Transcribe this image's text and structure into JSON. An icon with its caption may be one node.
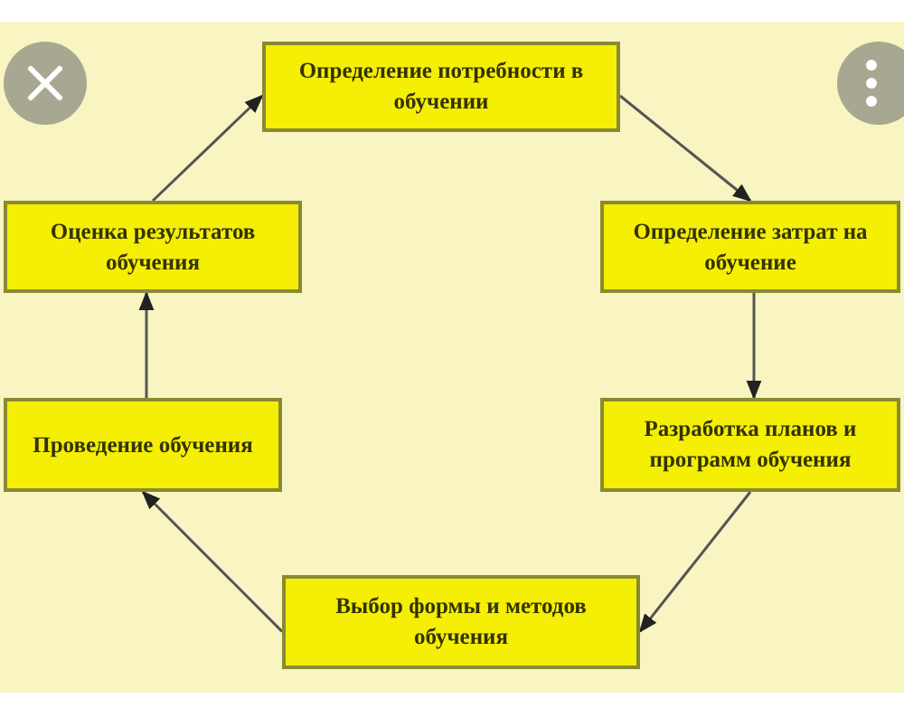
{
  "diagram": {
    "nodes": [
      {
        "text": [
          "Определение потребности в обучении"
        ]
      },
      {
        "text": [
          "Определение затрат на обучение"
        ]
      },
      {
        "text": [
          "Разработка планов и программ обучения"
        ]
      },
      {
        "text": [
          "Выбор формы и методов обучения"
        ]
      },
      {
        "text": [
          "Проведение обучения"
        ]
      },
      {
        "text": [
          "Оценка результатов обучения"
        ]
      }
    ],
    "edges": [
      {
        "from": 0,
        "to": 1,
        "arrow": "to"
      },
      {
        "from": 1,
        "to": 2,
        "arrow": "to"
      },
      {
        "from": 2,
        "to": 3,
        "arrow": "to"
      },
      {
        "from": 3,
        "to": 4,
        "arrow": "to"
      },
      {
        "from": 4,
        "to": 5,
        "arrow": "to"
      },
      {
        "from": 5,
        "to": 0,
        "arrow": "to"
      }
    ]
  }
}
